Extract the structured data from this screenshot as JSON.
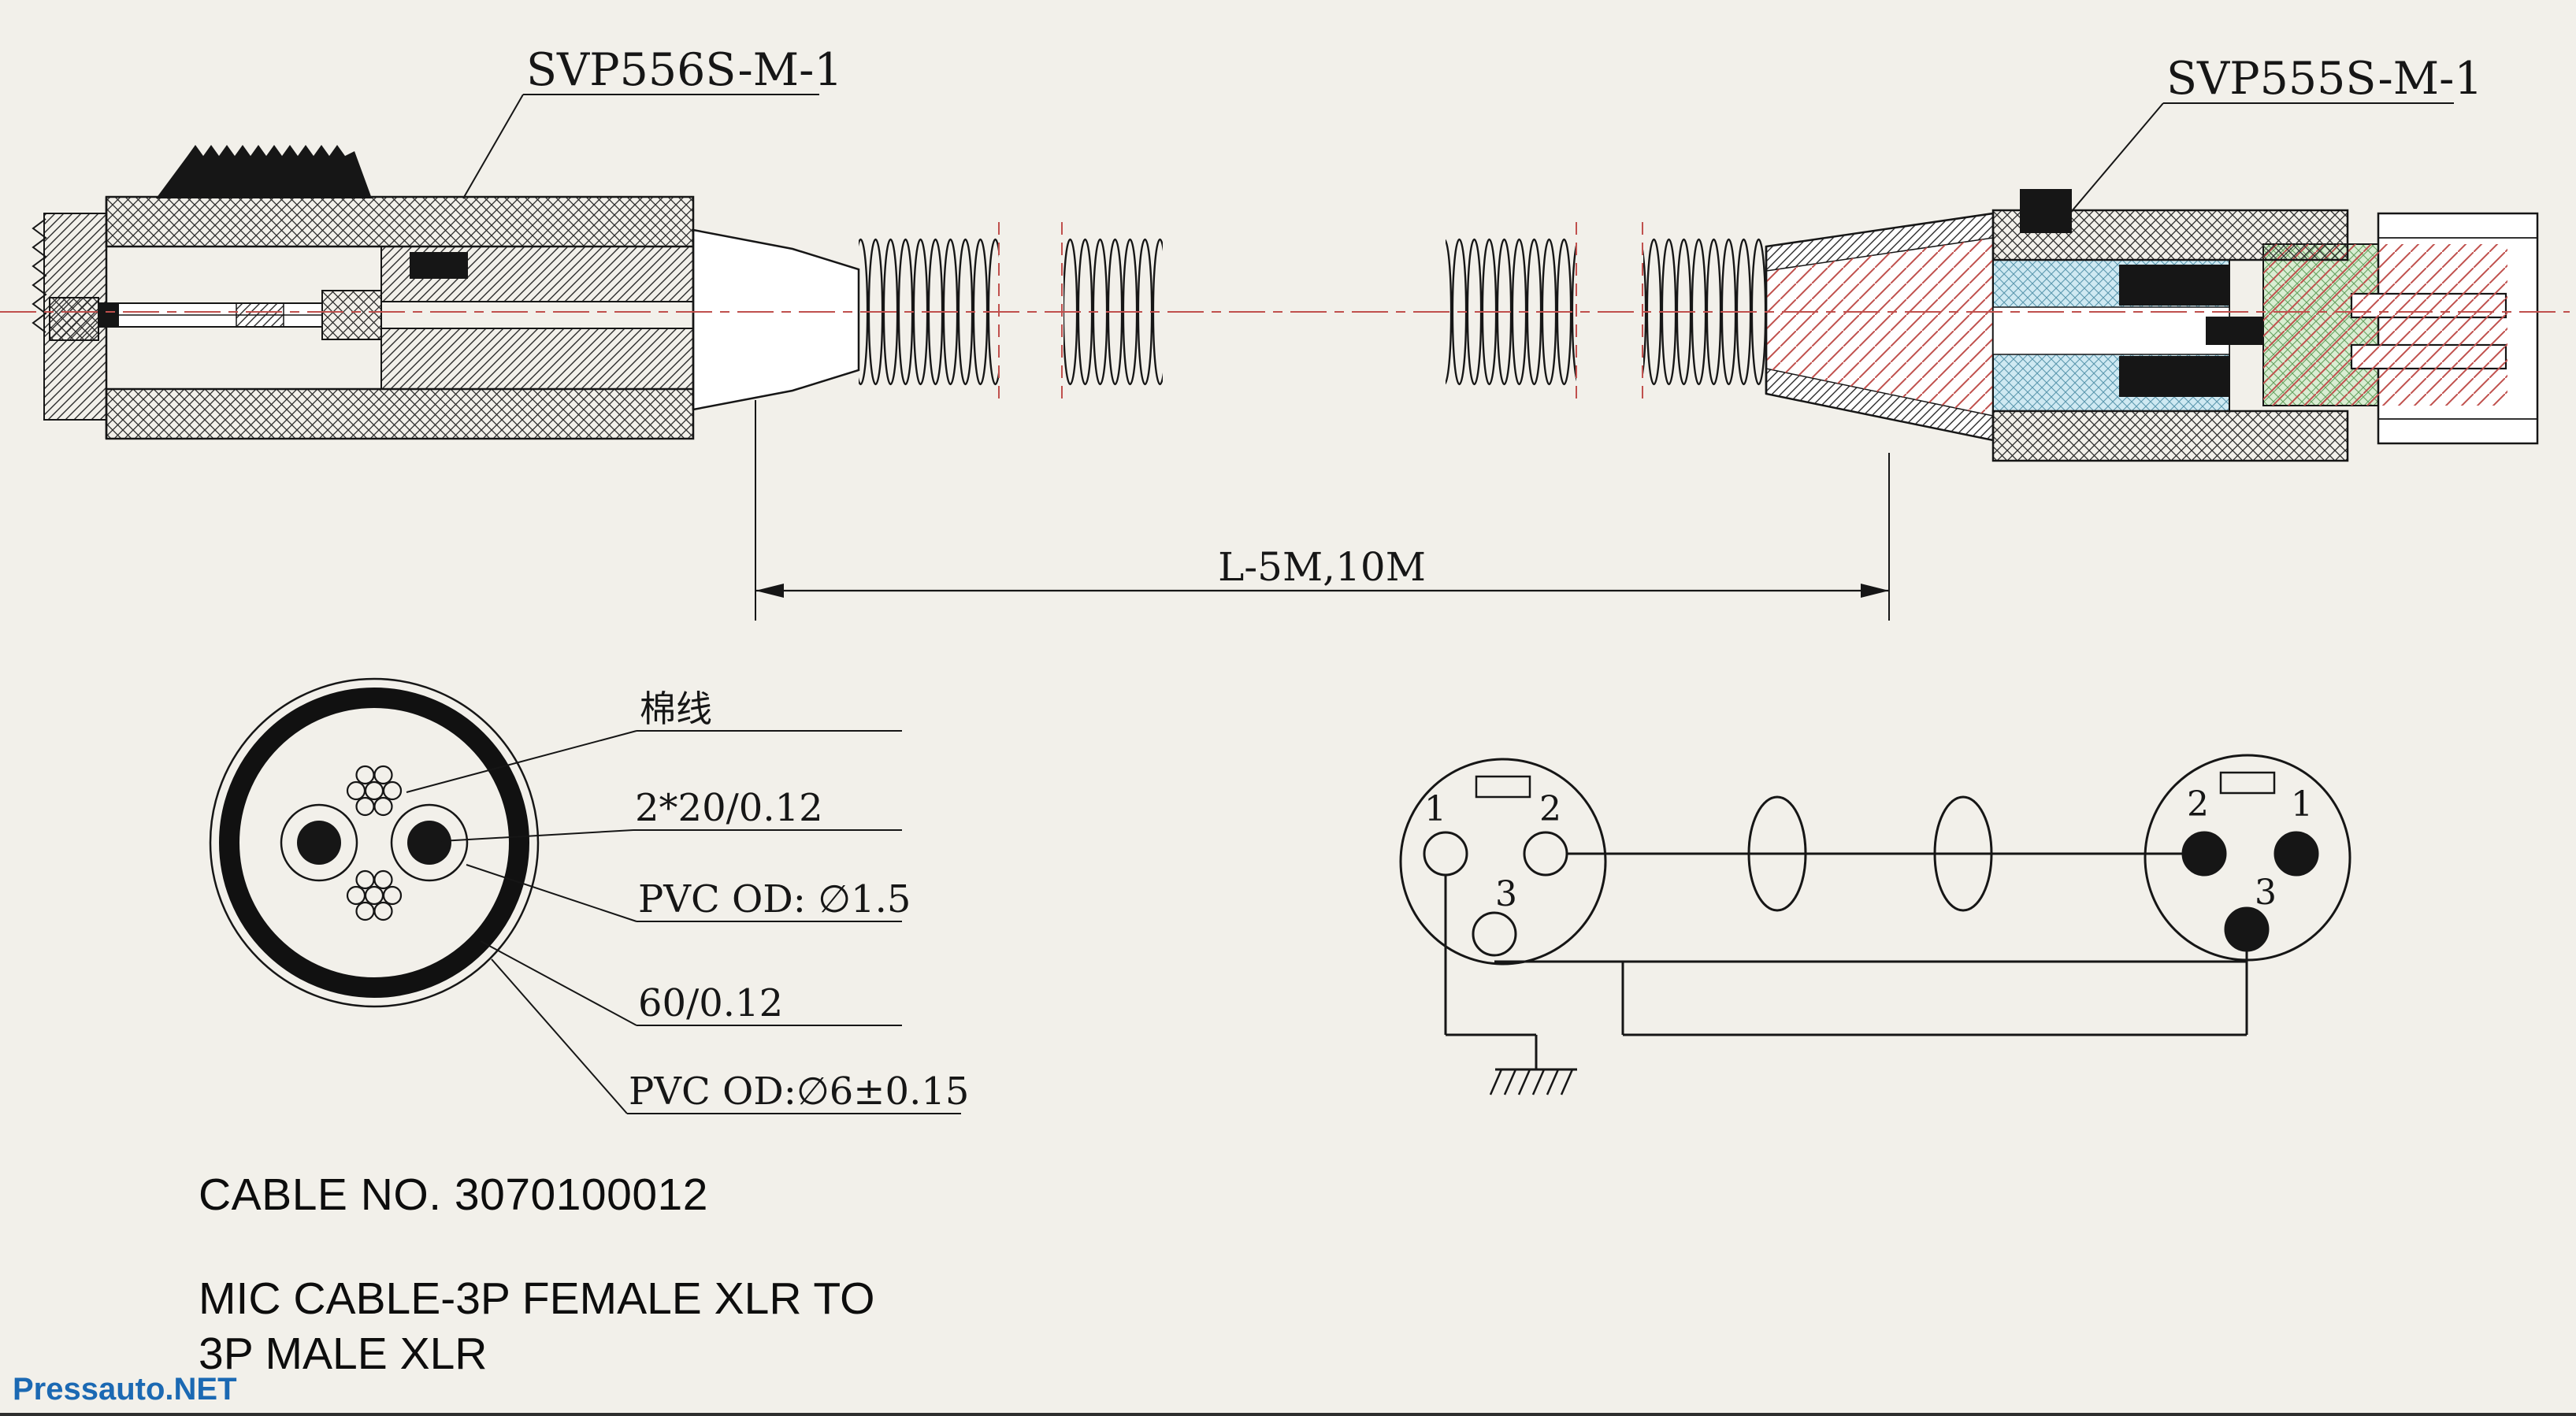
{
  "diagram": {
    "left_connector_model": "SVP556S-M-1",
    "right_connector_model": "SVP555S-M-1",
    "length_dimension": "L-5M,10M"
  },
  "callouts": {
    "cotton": "棉线",
    "conductors": "2*20/0.12",
    "insulation": "PVC OD: ∅1.5",
    "shield": "60/0.12",
    "jacket": "PVC OD:∅6±0.15"
  },
  "footer": {
    "cable_no": "CABLE NO. 3070100012",
    "description_line1": "MIC CABLE-3P FEMALE XLR TO",
    "description_line2": "3P MALE XLR"
  },
  "watermark": "Pressauto.NET",
  "schematic": {
    "female": {
      "pin1": "1",
      "pin2": "2",
      "pin3": "3"
    },
    "male": {
      "pin2": "2",
      "pin1": "1",
      "pin3": "3"
    }
  },
  "colors": {
    "background": "#f2f0ea",
    "line": "#161616",
    "centerline": "#c0504d",
    "insulator_cyan": "#cfe9f2",
    "insulator_green": "#d9edd2",
    "watermark_blue": "#1b69b3"
  }
}
